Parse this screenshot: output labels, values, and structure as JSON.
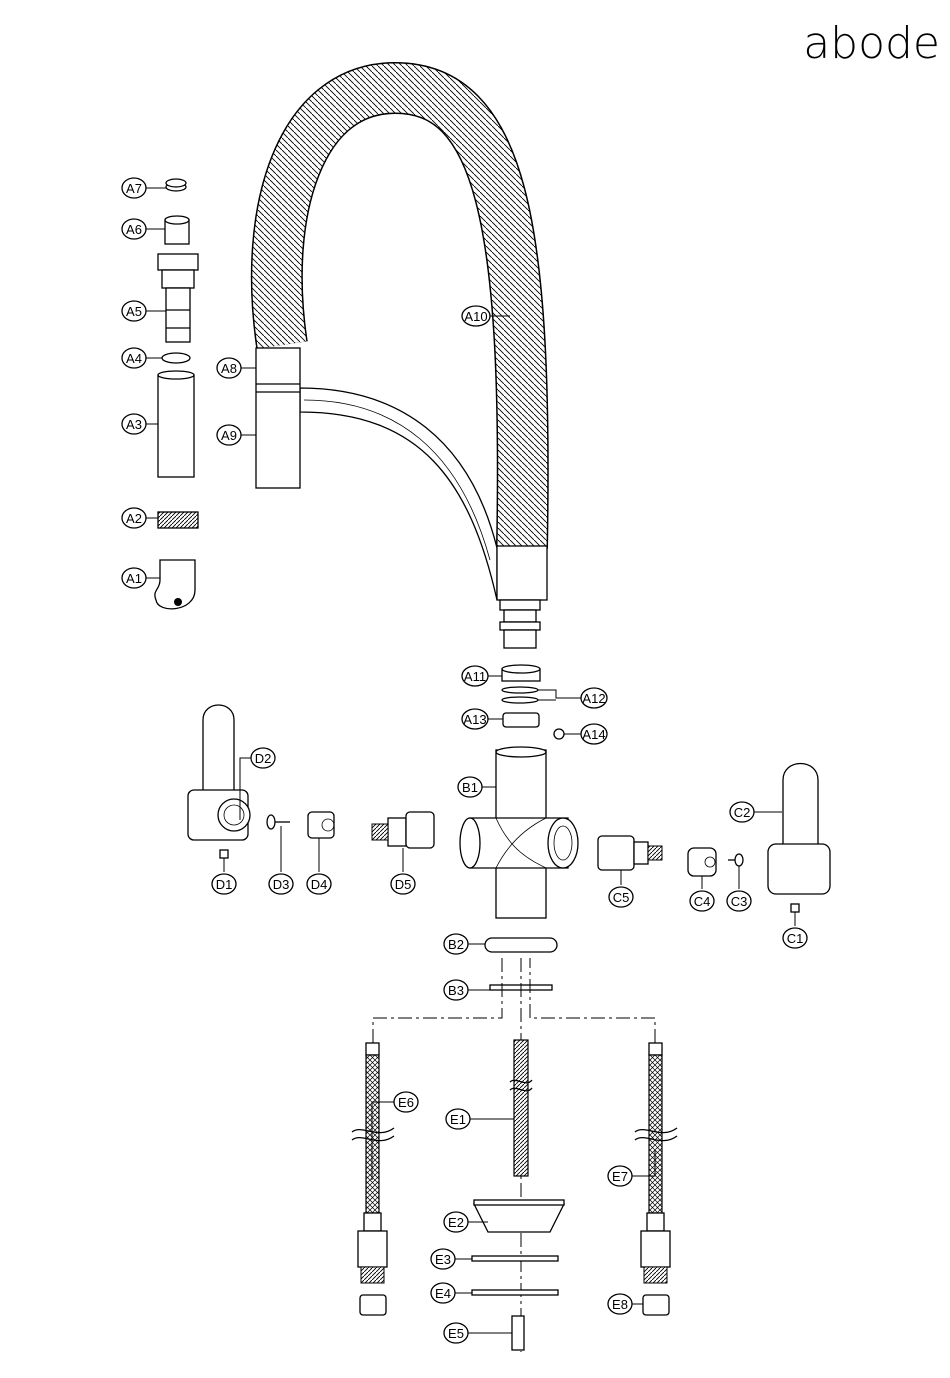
{
  "brand": {
    "logo_text": "abode"
  },
  "labels": {
    "A1": "A1",
    "A2": "A2",
    "A3": "A3",
    "A4": "A4",
    "A5": "A5",
    "A6": "A6",
    "A7": "A7",
    "A8": "A8",
    "A9": "A9",
    "A10": "A10",
    "A11": "A11",
    "A12": "A12",
    "A13": "A13",
    "A14": "A14",
    "B1": "B1",
    "B2": "B2",
    "B3": "B3",
    "C1": "C1",
    "C2": "C2",
    "C3": "C3",
    "C4": "C4",
    "C5": "C5",
    "D1": "D1",
    "D2": "D2",
    "D3": "D3",
    "D4": "D4",
    "D5": "D5",
    "E1": "E1",
    "E2": "E2",
    "E3": "E3",
    "E4": "E4",
    "E5": "E5",
    "E6": "E6",
    "E7": "E7",
    "E8": "E8"
  },
  "colors": {
    "ink": "#000000",
    "paper": "#ffffff"
  },
  "icons": {
    "hose": "braided-hose-icon",
    "handle": "lever-handle-icon",
    "cartridge": "valve-cartridge-icon"
  }
}
